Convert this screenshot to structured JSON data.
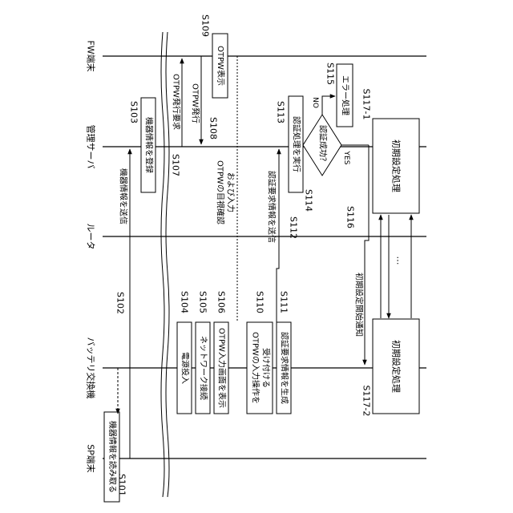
{
  "actors": {
    "sp_terminal": "SP端末",
    "battery_exchanger": "バッテリ交換機",
    "router": "ルータ",
    "management_server": "管理サーバ",
    "fw_terminal": "FW端末"
  },
  "steps": {
    "s101": {
      "id": "S101",
      "label": "機器情報を読み取る"
    },
    "s102": {
      "id": "S102",
      "label": "機器情報を送信"
    },
    "s103": {
      "id": "S103",
      "label": "機器情報を登録"
    },
    "s104": {
      "id": "S104",
      "label": "電源投入"
    },
    "s105": {
      "id": "S105",
      "label": "ネットワーク接続"
    },
    "s106": {
      "id": "S106",
      "label": "OTPW入力画面を表示"
    },
    "s107": {
      "id": "S107",
      "label": "OTPW発行要求"
    },
    "s108": {
      "id": "S108",
      "label": "OTPW発行"
    },
    "s109": {
      "id": "S109",
      "label": "OTPW表示"
    },
    "s110": {
      "id": "S110",
      "label_1": "OTPWの入力操作を",
      "label_2": "受け付ける"
    },
    "s111": {
      "id": "S111",
      "label": "認証要求情報を生成"
    },
    "s112": {
      "id": "S112",
      "label": "認証要求情報を送信"
    },
    "s113": {
      "id": "S113",
      "label": "認証処理を実行"
    },
    "s114": {
      "id": "S114",
      "label": "認証成功？"
    },
    "s115": {
      "id": "S115",
      "label": "エラー処理"
    },
    "s116": {
      "id": "S116",
      "label": "初期設定開始通知"
    },
    "s117_1": {
      "id": "S117-1",
      "label": "初期設定処理"
    },
    "s117_2": {
      "id": "S117-2",
      "label": "初期設定処理"
    }
  },
  "annotations": {
    "otpw_confirm_1": "OTPWの目視確認",
    "otpw_confirm_2": "および入力",
    "yes": "YES",
    "no": "NO",
    "ellipsis": "…"
  }
}
